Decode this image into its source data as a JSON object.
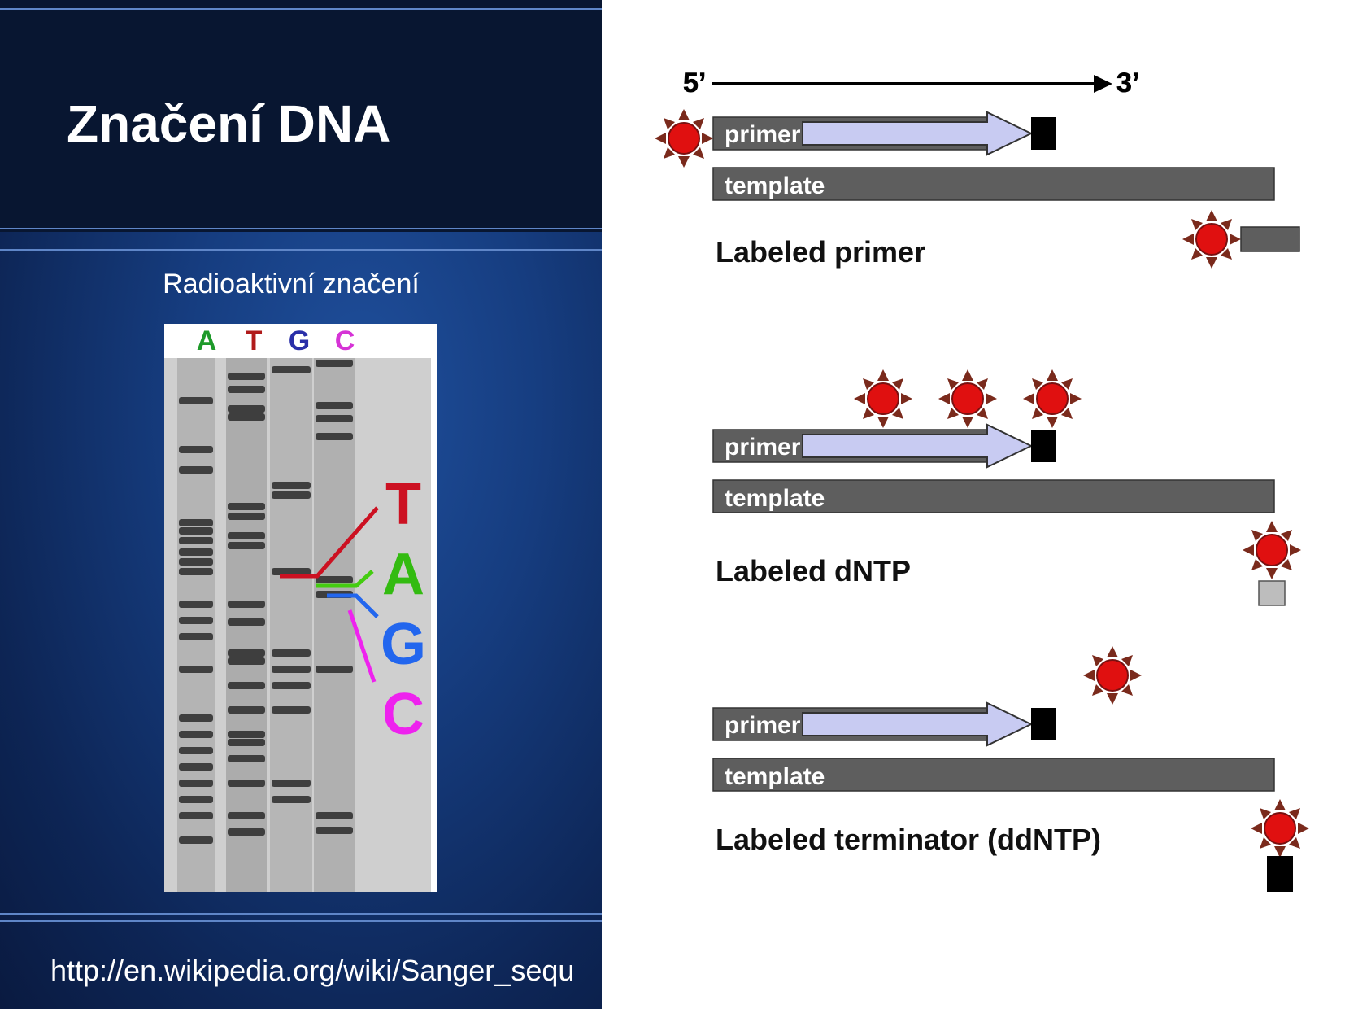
{
  "slide": {
    "title": "Značení DNA",
    "subtitle": "Radioaktivní značení",
    "footer_url": "http://en.wikipedia.org/wiki/Sanger_sequ"
  },
  "gel": {
    "lane_labels": [
      "A",
      "T",
      "G",
      "C"
    ],
    "lane_colors": [
      "#1e9a2a",
      "#b01b1b",
      "#2a2fa8",
      "#d633d6"
    ],
    "read_letters": [
      "T",
      "A",
      "G",
      "C"
    ],
    "read_colors": [
      "#cc1122",
      "#33bb11",
      "#2266ee",
      "#ee22ee"
    ]
  },
  "diagram": {
    "five_prime": "5’",
    "three_prime": "3’",
    "panels": [
      {
        "primer_label": "primer",
        "template_label": "template",
        "caption": "Labeled primer"
      },
      {
        "primer_label": "primer",
        "template_label": "template",
        "caption": "Labeled dNTP"
      },
      {
        "primer_label": "primer",
        "template_label": "template",
        "caption": "Labeled terminator (ddNTP)"
      }
    ]
  },
  "colors": {
    "strand_gray": "#5e5e5e",
    "arrow_fill": "#c8cbf2",
    "label_red": "#e01010",
    "terminator_black": "#000000"
  }
}
